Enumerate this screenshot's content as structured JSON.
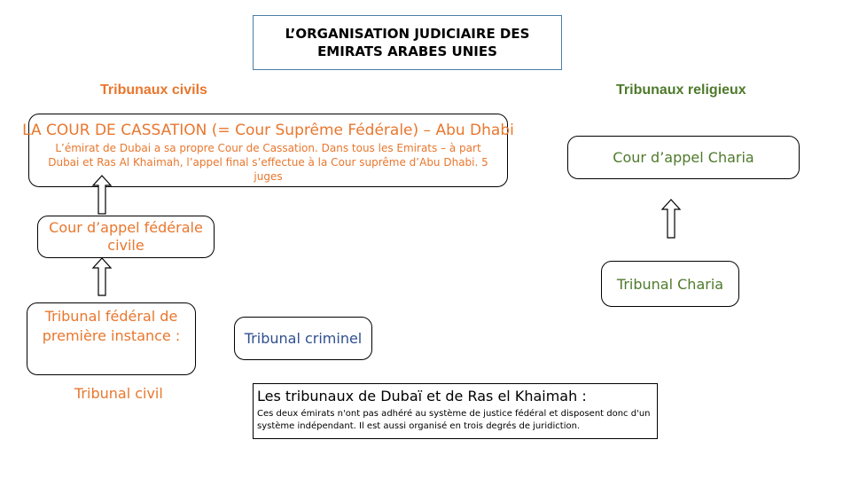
{
  "title": {
    "line1": "L’ORGANISATION JUDICIAIRE DES",
    "line2": "EMIRATS ARABES UNIES"
  },
  "headings": {
    "civil": "Tribunaux civils",
    "religious": "Tribunaux religieux"
  },
  "civil_courts": {
    "cassation": {
      "title": "LA COUR DE CASSATION (= Cour Suprême Fédérale) – Abu Dhabi",
      "note": "L’émirat de Dubai a sa propre Cour de Cassation. Dans tous les Emirats – à part Dubai et Ras Al Khaimah, l’appel final s’effectue à la Cour suprême d’Abu Dhabi. 5 juges"
    },
    "appeal": "Cour d’appel fédérale civile",
    "first_instance": "Tribunal fédéral de première instance :",
    "criminal": "Tribunal criminel",
    "civil_label": "Tribunal civil"
  },
  "religious_courts": {
    "appeal": "Cour d’appel Charia",
    "first": "Tribunal Charia"
  },
  "info": {
    "heading": "Les tribunaux de Dubaï et de Ras el Khaimah :",
    "text": "Ces deux émirats n'ont pas adhéré au système de justice fédéral et disposent donc d'un système indépendant. Il est aussi organisé en trois degrés de juridiction."
  },
  "colors": {
    "civil": "#e8772e",
    "religious": "#4f7a2c",
    "criminal": "#2f4f8f",
    "title_border": "#4a7ea8"
  }
}
